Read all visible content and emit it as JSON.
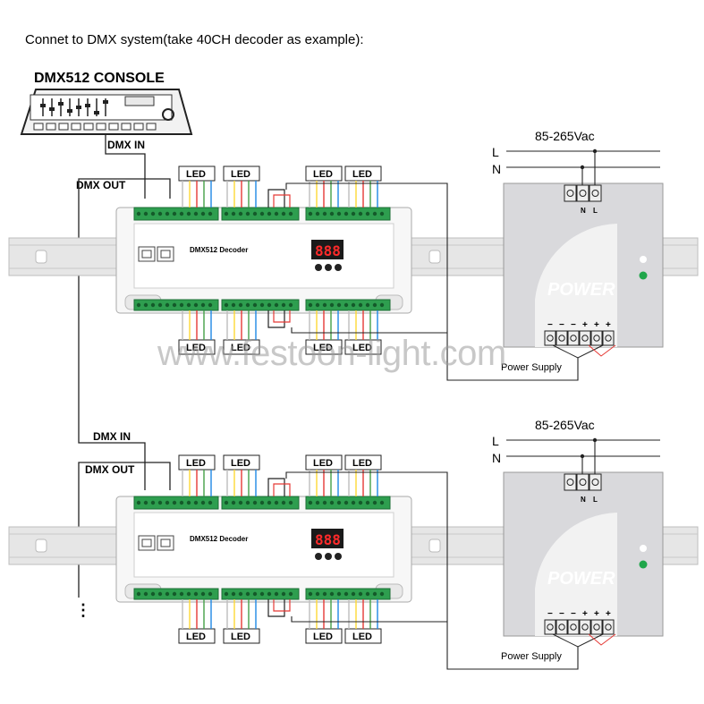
{
  "header": {
    "title": "Connet to DMX system(take 40CH decoder as example):"
  },
  "console": {
    "label": "DMX512 CONSOLE"
  },
  "signals": {
    "dmx_in": "DMX IN",
    "dmx_out": "DMX OUT"
  },
  "led_label": "LED",
  "decoder": {
    "name": "DMX512 Decoder",
    "display_digits": "888"
  },
  "power": {
    "voltage": "85-265Vac",
    "line_l": "L",
    "line_n": "N",
    "logo": "POWER",
    "caption": "Power Supply",
    "terminal_n": "N",
    "terminal_l": "L",
    "minus": "−",
    "plus": "+"
  },
  "watermark": "www.festoon-light.com",
  "continuation": "⋮",
  "colors": {
    "wire_red": "#e53935",
    "wire_green": "#43a047",
    "wire_blue": "#1e88e5",
    "wire_yellow": "#fdd835",
    "wire_white": "#bdbdbd",
    "terminal_green": "#2e9e4f",
    "psu_body": "#d9d9dc",
    "rail": "#e6e6e6",
    "display_red": "#ff2a2a",
    "led_green": "#1fa64a"
  }
}
